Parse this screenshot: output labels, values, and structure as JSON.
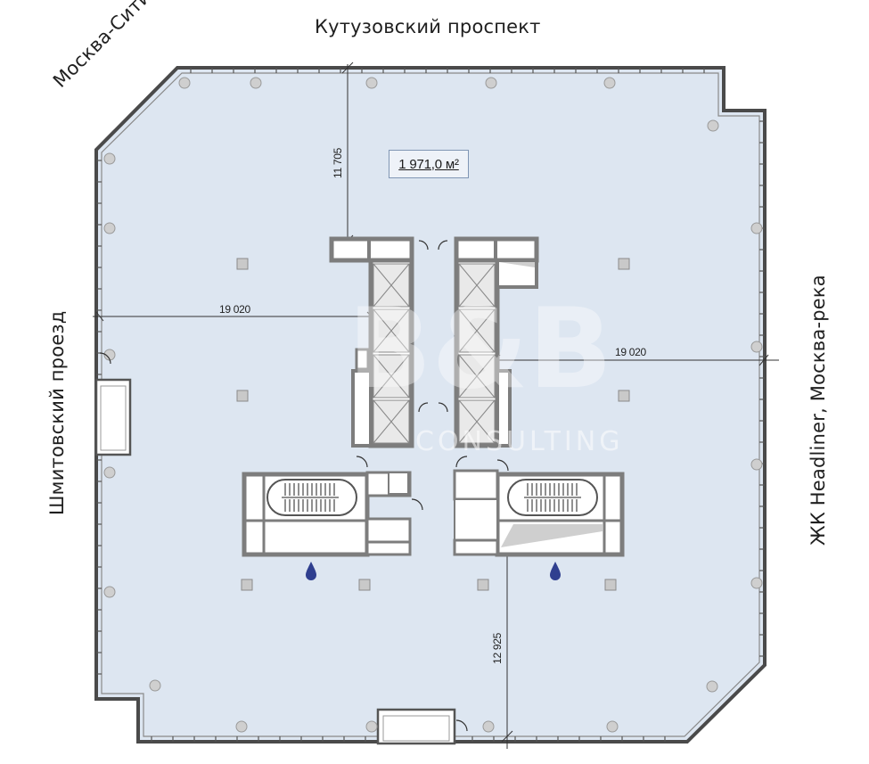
{
  "streets": {
    "top": "Кутузовский проспект",
    "diagonal": "Москва-Сити",
    "left": "Шмитовский проезд",
    "right": "ЖК Headliner, Москва-река"
  },
  "area": "1 971,0 м²",
  "dimensions": {
    "top": "11 705",
    "left": "19 020",
    "right": "19 020",
    "bottom": "12 925"
  },
  "watermark": {
    "logo": "B&B",
    "text": "CONSULTING"
  },
  "colors": {
    "floor_fill": "#dde6f1",
    "wall": "#7d7d7d",
    "core_fill": "#ffffff",
    "column": "#cccccc",
    "water_marker": "#2f3f8f"
  },
  "icons": {
    "water": "water-drop-icon",
    "column": "round-column-icon",
    "pillar": "square-pillar-icon",
    "elevator": "elevator-shaft-icon",
    "stairs": "staircase-icon",
    "door": "door-swing-icon"
  }
}
